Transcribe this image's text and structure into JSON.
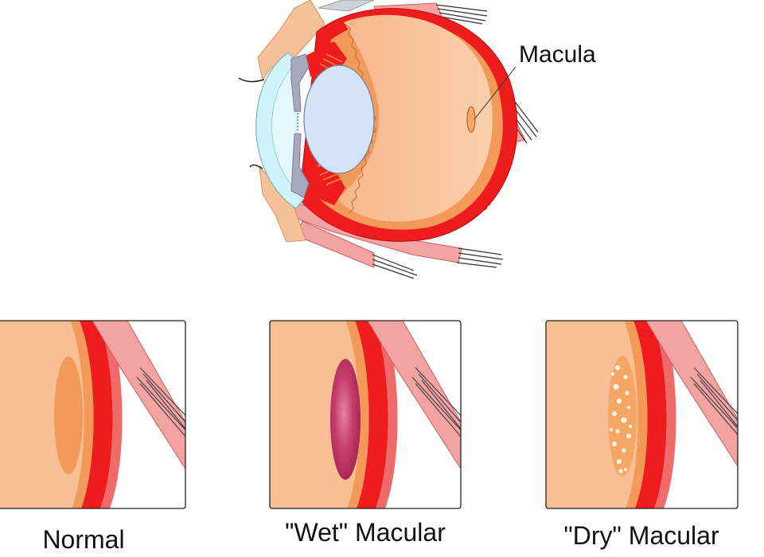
{
  "labels": {
    "macula": "Macula",
    "normal": "Normal",
    "wet": "\"Wet\" Macular",
    "dry": "\"Dry\" Macular"
  },
  "colors": {
    "vitreous": "#f8bf94",
    "retina_orange": "#f39a5b",
    "choroid_red": "#ee1c1c",
    "sclera_pink": "#f06a6a",
    "muscle_pink": "#f4a3a3",
    "lens_blue": "#d6e2f8",
    "cornea_cyan": "#cff3fb",
    "iris_gray": "#a8a8bf",
    "wet_macula": "#c43a67",
    "dry_macula": "#f5a865"
  }
}
